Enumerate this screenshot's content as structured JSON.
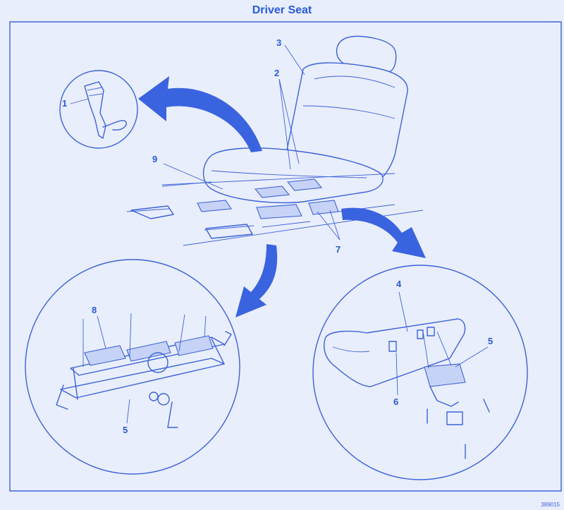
{
  "title": "Driver Seat",
  "figure_ref": "389015",
  "callouts": [
    "1",
    "2",
    "3",
    "4",
    "5",
    "5",
    "6",
    "7",
    "8",
    "9"
  ],
  "colors": {
    "line": "#3b62d8",
    "arrow": "#3a63e0",
    "background": "#e9eefc",
    "title": "#2a5ad8"
  }
}
